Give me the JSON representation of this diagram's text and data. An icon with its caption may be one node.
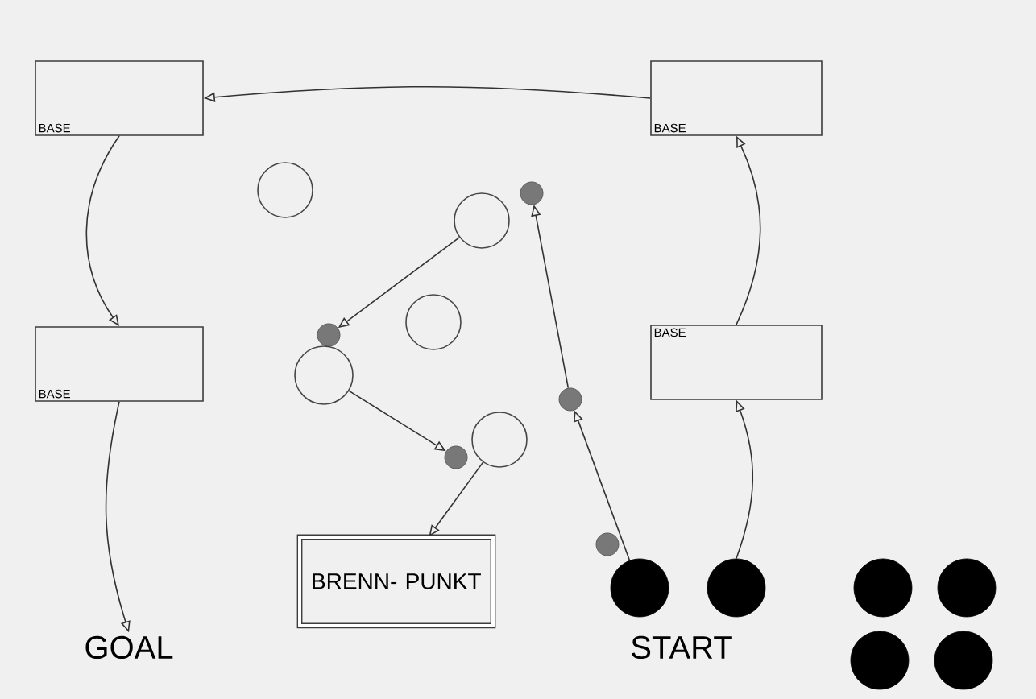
{
  "diagram": {
    "nodes": [
      {
        "text": [
          "BASE"
        ]
      },
      {
        "text": [
          "BASE"
        ]
      },
      {
        "text": [],
        "shape": "circle"
      },
      {
        "text": [],
        "shape": "circle"
      },
      {
        "text": [],
        "shape": "circle"
      },
      {
        "text": [],
        "shape": "circle"
      },
      {
        "text": [
          "BASE"
        ]
      },
      {
        "text": [
          "BASE"
        ]
      },
      {
        "text": [],
        "shape": "circle"
      },
      {
        "text": [],
        "shape": "circle"
      },
      {
        "text": [],
        "shape": "circle"
      },
      {
        "text": [],
        "shape": "circle"
      },
      {
        "text": [],
        "shape": "circle"
      },
      {
        "text": [],
        "shape": "circle"
      },
      {
        "text": [
          "BRENN- PUNKT"
        ]
      },
      {
        "text": [],
        "shape": "circle"
      },
      {
        "text": [],
        "shape": "circle"
      },
      {
        "text": [],
        "shape": "circle"
      },
      {
        "text": [],
        "shape": "circle"
      },
      {
        "text": [
          "GOAL"
        ]
      },
      {
        "text": [],
        "shape": "circle"
      },
      {
        "text": [],
        "shape": "circle"
      }
    ],
    "edges": [
      {
        "from": 1,
        "to": 0,
        "arrow": "to"
      },
      {
        "from": 0,
        "to": 6,
        "arrow": "to"
      },
      {
        "from": 6,
        "to": 19,
        "arrow": "to"
      },
      {
        "from": 16,
        "to": 7,
        "arrow": "to"
      },
      {
        "from": 7,
        "to": 1,
        "arrow": "to"
      },
      {
        "from": 15,
        "to": 10,
        "arrow": "to"
      },
      {
        "from": 10,
        "to": 3,
        "arrow": "to"
      },
      {
        "from": 4,
        "to": 8,
        "arrow": "to"
      },
      {
        "from": 9,
        "to": 12,
        "arrow": "to"
      },
      {
        "from": 11,
        "to": 14,
        "arrow": "to"
      }
    ],
    "labels": [
      "START"
    ]
  }
}
